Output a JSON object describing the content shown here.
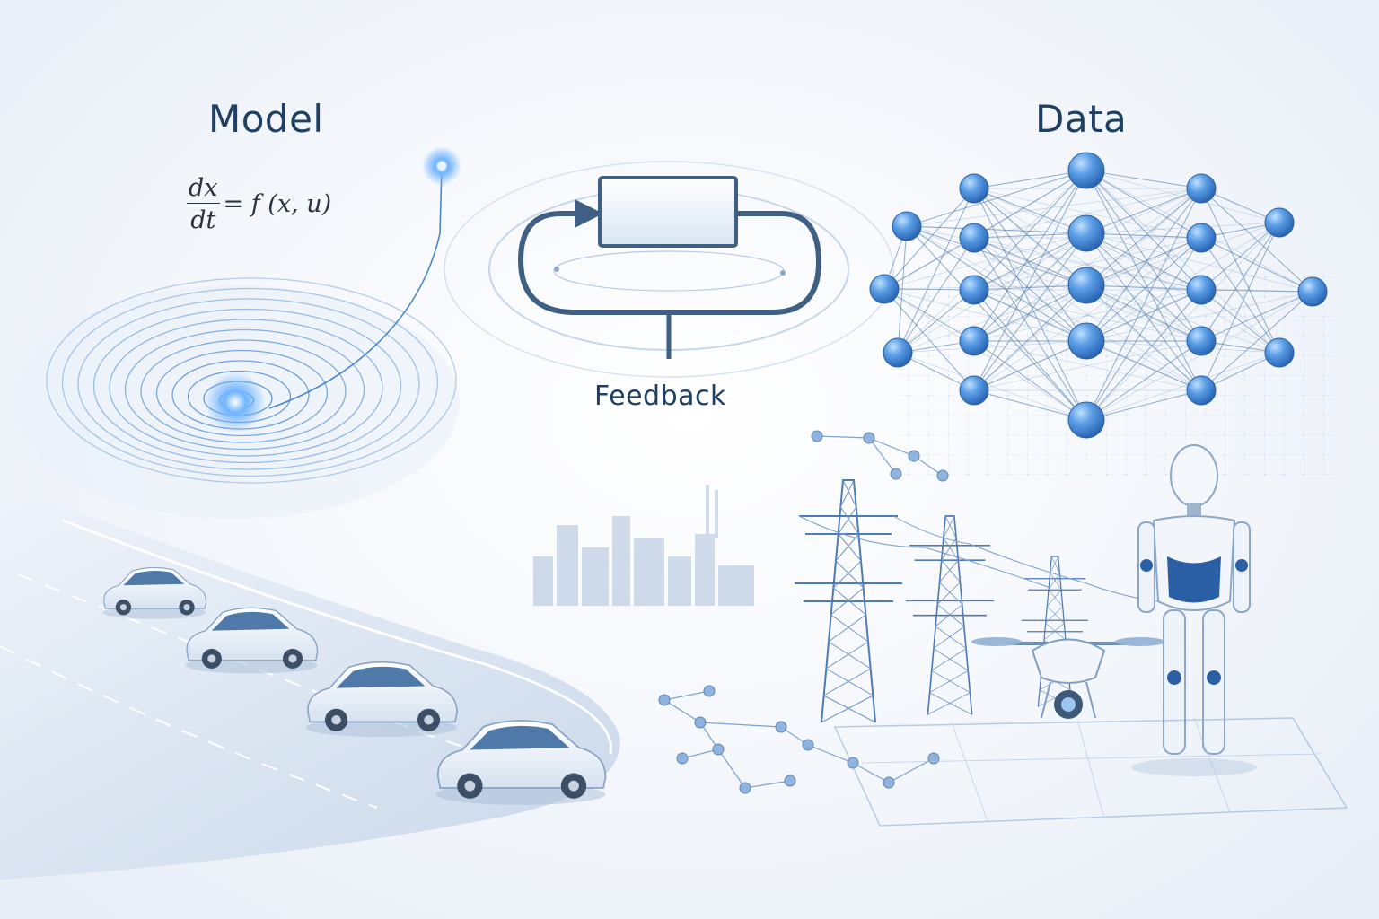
{
  "labels": {
    "model": "Model",
    "data": "Data",
    "feedback": "Feedback"
  },
  "equation": {
    "numerator": "dx",
    "denominator": "dt",
    "rhs": "= f (x, u)"
  },
  "icons": [
    "spiral-phase-portrait-icon",
    "feedback-loop-icon",
    "neural-network-icon",
    "car-icon",
    "power-tower-icon",
    "drone-icon",
    "humanoid-robot-icon",
    "city-skyline-icon"
  ],
  "colors": {
    "accent": "#3d86d6",
    "node": "#4a8fdc",
    "text": "#1f3f63",
    "line": "#5b8fc6"
  }
}
